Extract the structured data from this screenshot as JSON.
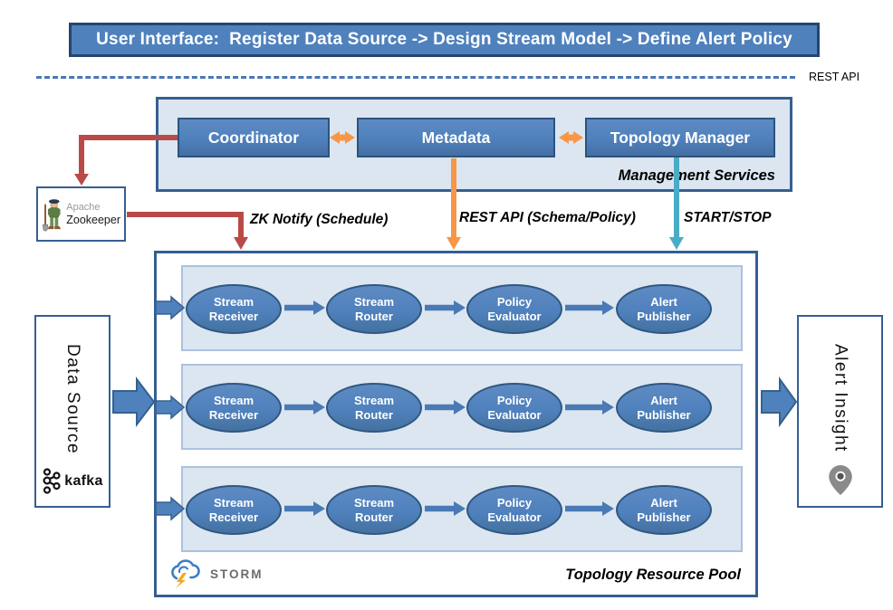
{
  "banner": {
    "title": "User Interface:  Register Data Source -> Design Stream Model -> Define Alert Policy"
  },
  "rest_line": {
    "label": "REST API"
  },
  "management": {
    "title": "Management Services",
    "boxes": [
      {
        "label": "Coordinator"
      },
      {
        "label": "Metadata"
      },
      {
        "label": "Topology Manager"
      }
    ]
  },
  "zookeeper": {
    "line1": "Apache",
    "line2": "Zookeeper"
  },
  "flows": [
    {
      "label": "ZK Notify (Schedule)",
      "color": "#b84b47"
    },
    {
      "label": "REST API (Schema/Policy)",
      "color": "#f79646"
    },
    {
      "label": "START/STOP",
      "color": "#4bacc6"
    }
  ],
  "pool": {
    "title": "Topology Resource Pool",
    "storm_label": "STORM",
    "rows": 3,
    "stages": [
      {
        "line1": "Stream",
        "line2": "Receiver"
      },
      {
        "line1": "Stream",
        "line2": "Router"
      },
      {
        "line1": "Policy",
        "line2": "Evaluator"
      },
      {
        "line1": "Alert",
        "line2": "Publisher"
      }
    ]
  },
  "data_source": {
    "label": "Data Source",
    "logo_text": "kafka"
  },
  "alert_insight": {
    "label": "Alert Insight"
  },
  "colors": {
    "primary_blue": "#4f81bd",
    "dark_blue_border": "#365f91",
    "panel_light_blue": "#dce6f1",
    "arrow_red": "#b84b47",
    "arrow_orange": "#f79646",
    "arrow_teal": "#4bacc6"
  }
}
